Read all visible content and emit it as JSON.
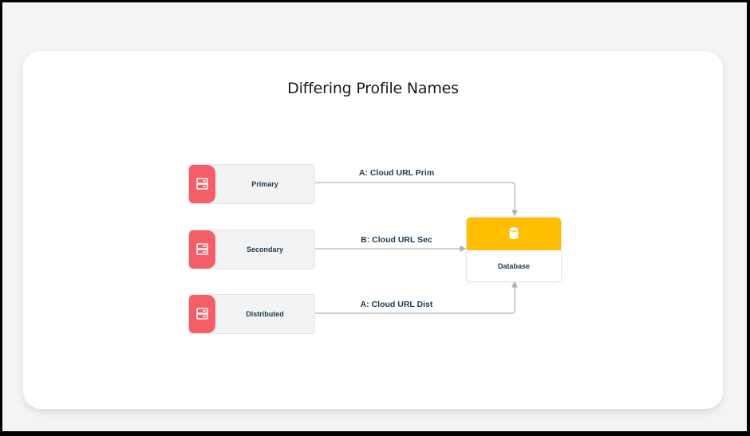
{
  "title": "Differing Profile Names",
  "nodes": [
    {
      "id": "primary",
      "label": "Primary",
      "icon": "server-icon"
    },
    {
      "id": "secondary",
      "label": "Secondary",
      "icon": "server-icon"
    },
    {
      "id": "distributed",
      "label": "Distributed",
      "icon": "server-icon"
    }
  ],
  "database": {
    "label": "Database",
    "icon": "database-icon"
  },
  "edges": [
    {
      "from": "primary",
      "to": "database",
      "label": "A: Cloud URL Prim"
    },
    {
      "from": "secondary",
      "to": "database",
      "label": "B: Cloud URL Sec"
    },
    {
      "from": "distributed",
      "to": "database",
      "label": "A: Cloud URL Dist"
    }
  ],
  "colors": {
    "server_badge": "#f55e66",
    "database_header": "#ffbf00",
    "text": "#1c3a4f",
    "edge": "#b5b5b5"
  }
}
